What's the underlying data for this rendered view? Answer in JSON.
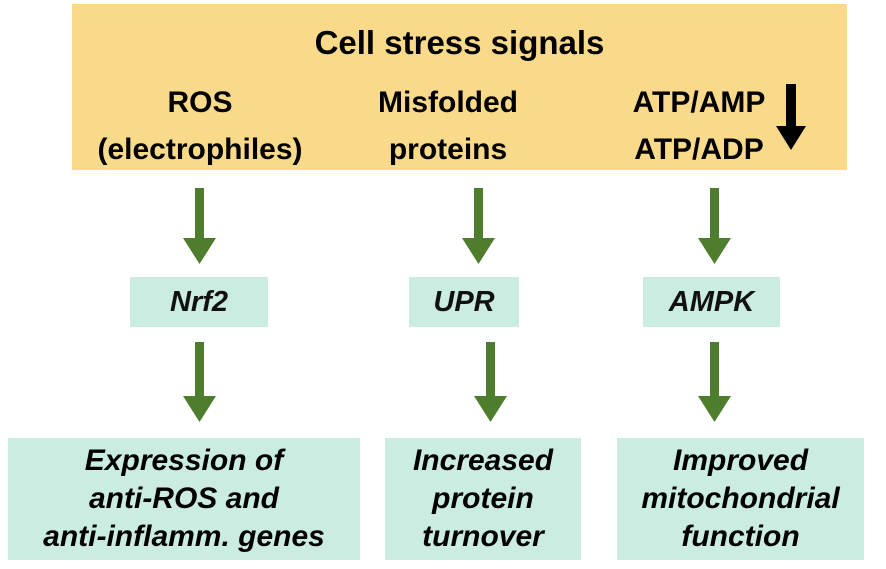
{
  "header": {
    "title": "Cell stress signals",
    "signals": [
      {
        "lines": [
          "ROS",
          "(electrophiles)"
        ]
      },
      {
        "lines": [
          "Misfolded",
          "proteins"
        ]
      },
      {
        "lines": [
          "ATP/AMP",
          "ATP/ADP"
        ]
      }
    ]
  },
  "mediators": [
    "Nrf2",
    "UPR",
    "AMPK"
  ],
  "outcomes": [
    {
      "lines": [
        "Expression of",
        "anti-ROS and",
        "anti-inflamm. genes"
      ]
    },
    {
      "lines": [
        "Increased",
        "protein",
        "turnover"
      ]
    },
    {
      "lines": [
        "Improved",
        "mitochondrial",
        "function"
      ]
    }
  ],
  "colors": {
    "header_bg": "#f9d98a",
    "box_bg": "#cbece0",
    "arrow": "#4f7d2e",
    "decrease_arrow": "#000000"
  },
  "icons": {
    "atp_ratio_indicator": "down-arrow-icon"
  }
}
